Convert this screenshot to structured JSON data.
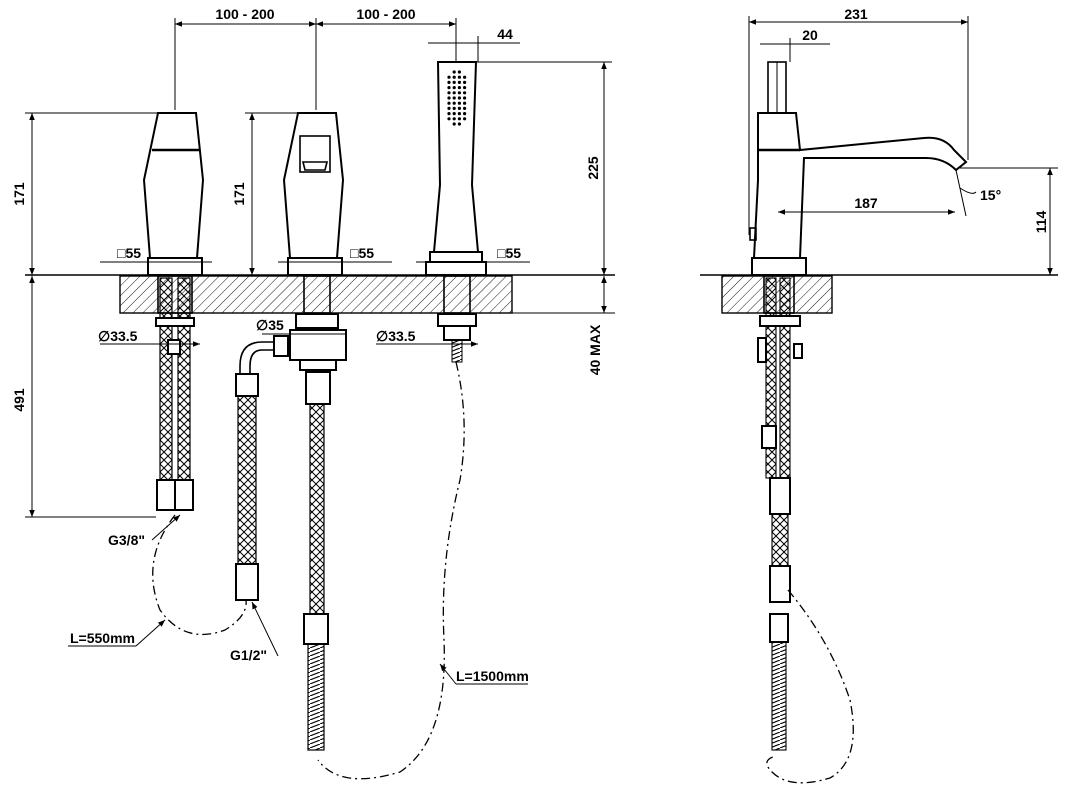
{
  "dimensions": {
    "spacing_left": "100  -  200",
    "spacing_right": "100  -  200",
    "shower_width": "44",
    "side_total": "231",
    "side_top": "20",
    "height_left": "171",
    "height_middle": "171",
    "shower_height": "225",
    "base_left": "□55",
    "base_middle": "□55",
    "base_shower": "□55",
    "diam_left": "∅33.5",
    "diam_middle": "∅35",
    "diam_shower": "∅33.5",
    "max_deck": "40  MAX",
    "pipe_length": "491",
    "spout_reach": "187",
    "spout_angle": "15°",
    "spout_height": "114"
  },
  "labels": {
    "thread_38": "G3/8\"",
    "thread_12": "G1/2\"",
    "hose_short": "L=550mm",
    "hose_long": "L=1500mm"
  }
}
